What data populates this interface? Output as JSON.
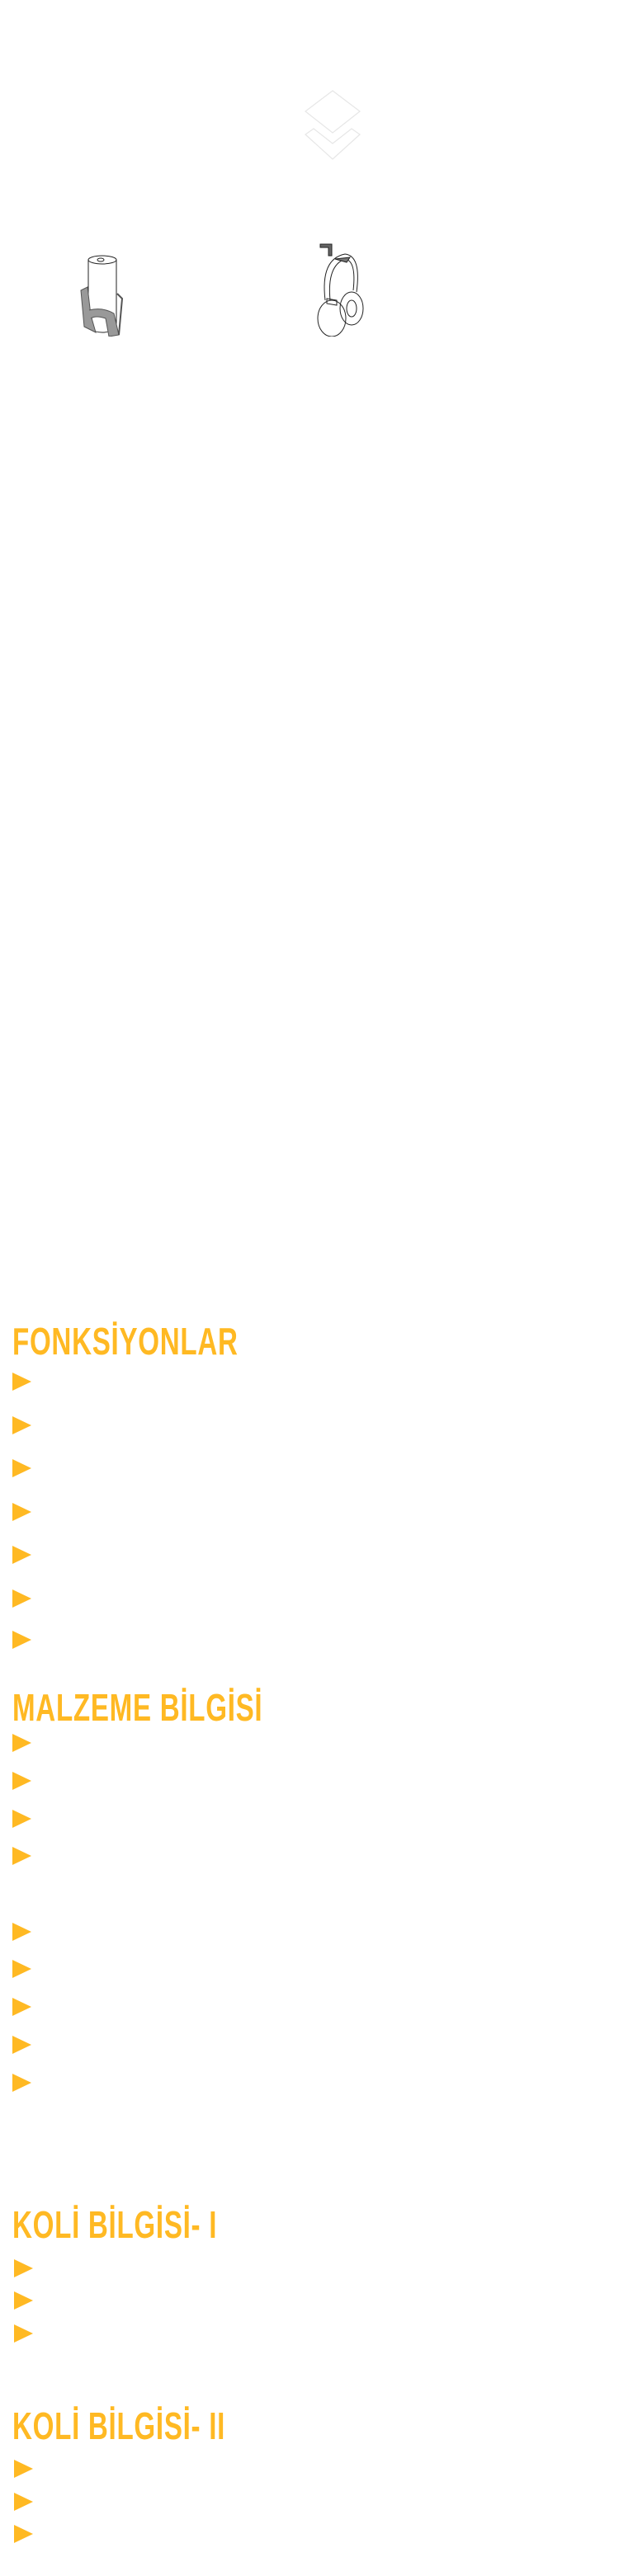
{
  "colors": {
    "accent": "#FFB923",
    "background": "#FFFFFF"
  },
  "icons": [
    "layers-icon",
    "can-holder-illustration",
    "headphone-hook-illustration"
  ],
  "sections": [
    {
      "title": "FONKSİYONLAR",
      "bullet_count": 7
    },
    {
      "title": "MALZEME BİLGİSİ",
      "bullet_count": 9
    },
    {
      "title": "KOLİ BİLGİSİ- I",
      "bullet_count": 3
    },
    {
      "title": "KOLİ BİLGİSİ- II",
      "bullet_count": 3
    }
  ]
}
